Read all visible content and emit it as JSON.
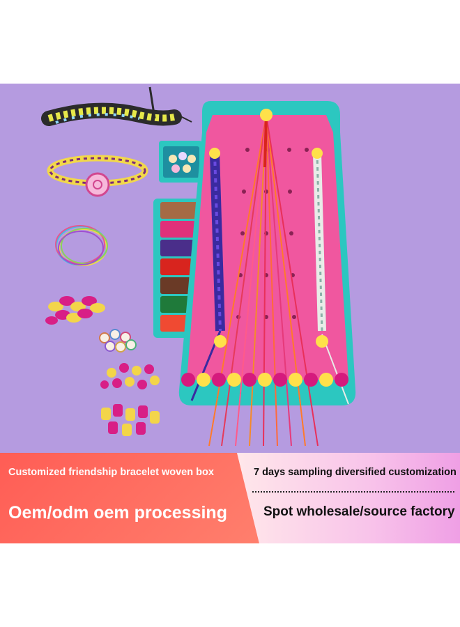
{
  "banner": {
    "left_line1": "Customized friendship bracelet woven box",
    "left_line2": "Oem/odm oem processing",
    "right_line1": "7 days sampling diversified customization",
    "right_line2": "Spot wholesale/source factory"
  },
  "colors": {
    "background": "#b59be0",
    "loom_pink": "#f0579f",
    "loom_teal": "#2cc7c0",
    "bead_yellow": "#ffe14a",
    "bead_magenta": "#d51a7d",
    "banner_left": "#ff6a5a",
    "banner_right": "#f3a8e6"
  }
}
